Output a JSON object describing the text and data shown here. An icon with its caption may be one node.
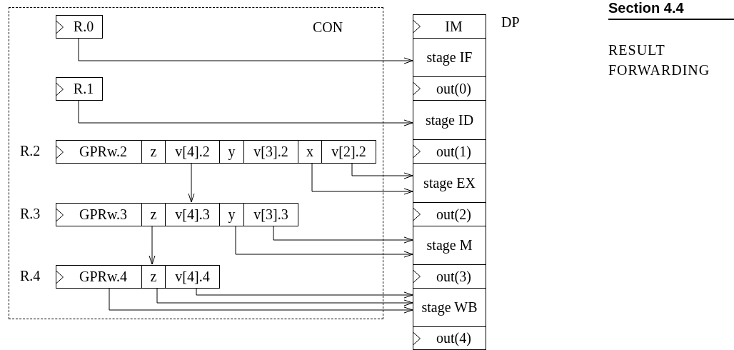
{
  "diagram": {
    "nodes": [
      {
        "text": [
          "CON"
        ]
      },
      {
        "text": [
          "R.0"
        ],
        "in": 0
      },
      {
        "text": [
          "R.1"
        ],
        "in": 0
      },
      {
        "text": [
          "GPRw.2"
        ],
        "in": 0,
        "beside": [
          "R.2"
        ]
      },
      {
        "text": [
          "z"
        ],
        "in": 0
      },
      {
        "text": [
          "v[4].2"
        ],
        "in": 0
      },
      {
        "text": [
          "y"
        ],
        "in": 0
      },
      {
        "text": [
          "v[3].2"
        ],
        "in": 0
      },
      {
        "text": [
          "x"
        ],
        "in": 0
      },
      {
        "text": [
          "v[2].2"
        ],
        "in": 0
      },
      {
        "text": [
          "GPRw.3"
        ],
        "in": 0,
        "beside": [
          "R.3"
        ]
      },
      {
        "text": [
          "z"
        ],
        "in": 0
      },
      {
        "text": [
          "v[4].3"
        ],
        "in": 0
      },
      {
        "text": [
          "y"
        ],
        "in": 0
      },
      {
        "text": [
          "v[3].3"
        ],
        "in": 0
      },
      {
        "text": [
          "GPRw.4"
        ],
        "in": 0,
        "beside": [
          "R.4"
        ]
      },
      {
        "text": [
          "z"
        ],
        "in": 0
      },
      {
        "text": [
          "v[4].4"
        ],
        "in": 0
      },
      {
        "text": [
          "IM"
        ]
      },
      {
        "text": [
          "stage IF"
        ]
      },
      {
        "text": [
          "out(0)"
        ]
      },
      {
        "text": [
          "stage ID"
        ]
      },
      {
        "text": [
          "out(1)"
        ]
      },
      {
        "text": [
          "stage EX"
        ]
      },
      {
        "text": [
          "out(2)"
        ]
      },
      {
        "text": [
          "stage M"
        ]
      },
      {
        "text": [
          "out(3)"
        ]
      },
      {
        "text": [
          "stage WB"
        ]
      },
      {
        "text": [
          "out(4)"
        ]
      }
    ],
    "edges": [
      {
        "from": 1,
        "to": 19,
        "arrow": "to"
      },
      {
        "from": 2,
        "to": 21,
        "arrow": "to"
      },
      {
        "from": 9,
        "to": 23,
        "arrow": "to"
      },
      {
        "from": 8,
        "to": 23,
        "arrow": "to"
      },
      {
        "from": 5,
        "to": 12,
        "arrow": "to"
      },
      {
        "from": 14,
        "to": 25,
        "arrow": "to"
      },
      {
        "from": 13,
        "to": 25,
        "arrow": "to"
      },
      {
        "from": 11,
        "to": 16,
        "arrow": "to"
      },
      {
        "from": 17,
        "to": 27,
        "arrow": "to"
      },
      {
        "from": 16,
        "to": 27,
        "arrow": "to"
      },
      {
        "from": 15,
        "to": 27,
        "arrow": "to"
      }
    ],
    "labels": [
      "DP",
      "Section 4.4",
      "RESULT FORWARDING"
    ]
  }
}
